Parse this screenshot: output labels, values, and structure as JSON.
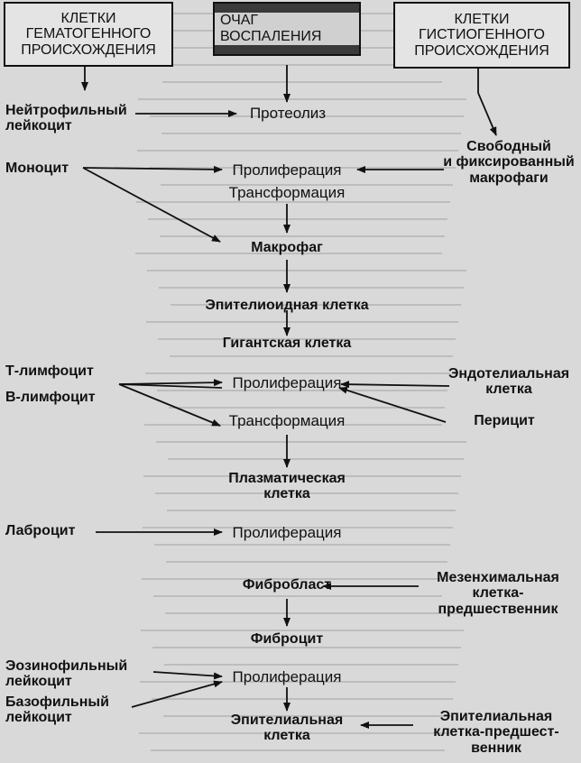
{
  "top": {
    "hematogenous_box": "КЛЕТКИ\nГЕМАТОГЕННОГО\nПРОИСХОЖДЕНИЯ",
    "focus_box": "ОЧАГ ВОСПАЛЕНИЯ",
    "histiogenous_box": "КЛЕТКИ\nГИСТИОГЕННОГО\nПРОИСХОЖДЕНИЯ"
  },
  "left_cells": {
    "neutrophil": "Нейтрофильный\nлейкоцит",
    "monocyte": "Моноцит",
    "t_lymphocyte": "Т-лимфоцит",
    "b_lymphocyte": "В-лимфоцит",
    "labrocyte": "Лаброцит",
    "eosinophil": "Эозинофильный\nлейкоцит",
    "basophil": "Базофильный\nлейкоцит"
  },
  "center": {
    "proteolysis": "Протеолиз",
    "proliferation_1": "Пролиферация",
    "transformation_1": "Трансформация",
    "macrophage": "Макрофаг",
    "epithelioid": "Эпителиоидная клетка",
    "giant": "Гигантская клетка",
    "proliferation_2": "Пролиферация",
    "transformation_2": "Трансформация",
    "plasma": "Плазматическая\nклетка",
    "proliferation_3": "Пролиферация",
    "fibroblast": "Фибробласт",
    "fibrocyte": "Фиброцит",
    "proliferation_4": "Пролиферация",
    "epithelial": "Эпителиальная\nклетка"
  },
  "right_cells": {
    "macrophages": "Свободный\nи фиксированный\nмакрофаги",
    "endothelial": "Эндотелиальная\nклетка",
    "pericyte": "Перицит",
    "mesenchymal": "Мезенхимальная\nклетка-\nпредшественник",
    "epithelial_precursor": "Эпителиальная\nклетка-предшест-\nвенник"
  }
}
